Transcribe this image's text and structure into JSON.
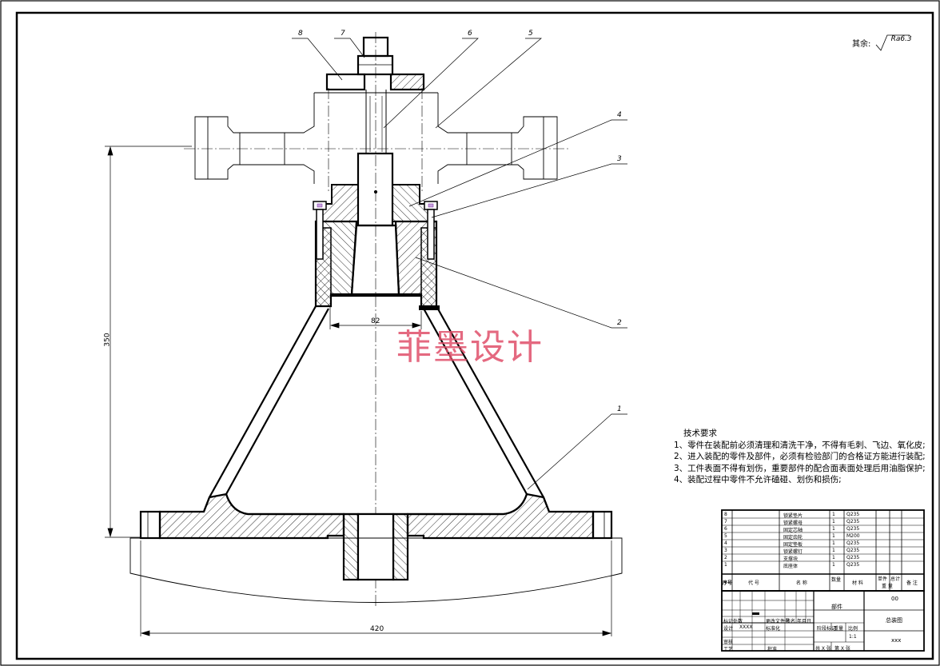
{
  "drawing": {
    "roughness_prefix": "其余:",
    "roughness_value": "Ra6.3",
    "watermark": "菲墨设计",
    "dim_height": "350",
    "dim_width": "420",
    "dim_bore": "82",
    "balloons": [
      "1",
      "2",
      "3",
      "4",
      "5",
      "6",
      "7",
      "8"
    ]
  },
  "tech_requirements": {
    "title": "技术要求",
    "items": [
      "1、零件在装配前必须清理和清洗干净，不得有毛刺、飞边、氧化皮;",
      "2、进入装配的零件及部件，必须有检验部门的合格证方能进行装配;",
      "3、工件表面不得有划伤，重要部件的配合面表面处理后用油脂保护;",
      "4、装配过程中零件不允许磕碰、划伤和损伤;"
    ]
  },
  "bom": {
    "rows": [
      {
        "no": "8",
        "name": "锁紧垫片",
        "qty": "1",
        "mat": "Q235"
      },
      {
        "no": "7",
        "name": "锁紧螺母",
        "qty": "1",
        "mat": "Q235"
      },
      {
        "no": "6",
        "name": "固定芯轴",
        "qty": "1",
        "mat": "Q235"
      },
      {
        "no": "5",
        "name": "固定齿轮",
        "qty": "1",
        "mat": "M200"
      },
      {
        "no": "4",
        "name": "固定垫板",
        "qty": "1",
        "mat": "Q235"
      },
      {
        "no": "3",
        "name": "锁紧螺钉",
        "qty": "1",
        "mat": "Q235"
      },
      {
        "no": "2",
        "name": "支撑块",
        "qty": "1",
        "mat": "Q235"
      },
      {
        "no": "1",
        "name": "底座体",
        "qty": "1",
        "mat": "Q235"
      }
    ],
    "header": {
      "no": "序号",
      "code": "代 号",
      "name": "名 称",
      "qty": "数量",
      "mat": "材 料",
      "unit_weight": "单件",
      "total_weight": "总计",
      "weight": "重 量",
      "remark": "备 注"
    }
  },
  "title_block": {
    "part_label": "部件",
    "drawing_no": "00",
    "drawing_name": "总装图",
    "company": "xxx",
    "mark": "标记",
    "count": "处数",
    "change_file": "更改文件号",
    "signature": "签名",
    "date": "年月日",
    "design": "设计",
    "standardization": "标准化",
    "review": "审核",
    "process": "工艺",
    "approve": "批准",
    "stage_mark": "阶段标记",
    "weight": "重量",
    "scale": "比例",
    "scale_value": "1:1",
    "sheets_total": "共 X 张",
    "sheet_no": "第 X 张",
    "design_value": "XXXX"
  }
}
